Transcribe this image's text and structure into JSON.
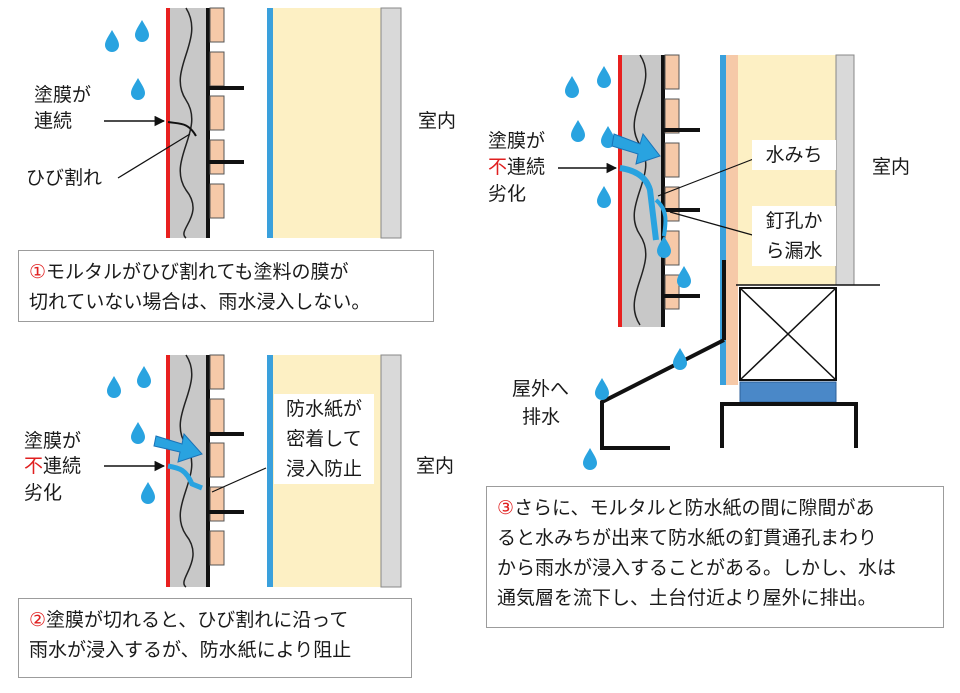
{
  "panel1": {
    "label_coating_a": "塗膜が",
    "label_coating_b": "連続",
    "label_crack": "ひび割れ",
    "label_indoor": "室内",
    "caption_num": "①",
    "caption_line1": "モルタルがひび割れても塗料の膜が",
    "caption_line2": "切れていない場合は、雨水浸入しない。"
  },
  "panel2": {
    "label_coating_a": "塗膜が",
    "label_coating_b_red": "不",
    "label_coating_b_rest": "連続",
    "label_coating_c": "劣化",
    "note_line1": "防水紙が",
    "note_line2": "密着して",
    "note_line3": "浸入防止",
    "label_indoor": "室内",
    "caption_num": "②",
    "caption_line1": "塗膜が切れると、ひび割れに沿って",
    "caption_line2": "雨水が浸入するが、防水紙により阻止"
  },
  "panel3": {
    "label_coating_a": "塗膜が",
    "label_coating_b_red": "不",
    "label_coating_b_rest": "連続",
    "label_coating_c": "劣化",
    "label_waterpath": "水みち",
    "label_nail_1": "釘孔か",
    "label_nail_2": "ら漏水",
    "label_indoor": "室内",
    "label_drain_1": "屋外へ",
    "label_drain_2": "排水",
    "caption_num": "③",
    "caption_line1": "さらに、モルタルと防水紙の間に隙間があ",
    "caption_line2": "ると水みちが出来て防水紙の釘貫通孔まわり",
    "caption_line3": "から雨水が浸入することがある。しかし、水は",
    "caption_line4": "通気層を流下し、土台付近より屋外に排出。"
  },
  "colors": {
    "coating": "#e8201f",
    "mortar": "#c8c8c8",
    "membrane": "#111111",
    "batten": "#f6c9a8",
    "insulation": "#fdf0c4",
    "board": "#3aa0dc",
    "interior": "#d9d9d9",
    "water": "#29a3e0",
    "foundation": "#4a88c8"
  }
}
